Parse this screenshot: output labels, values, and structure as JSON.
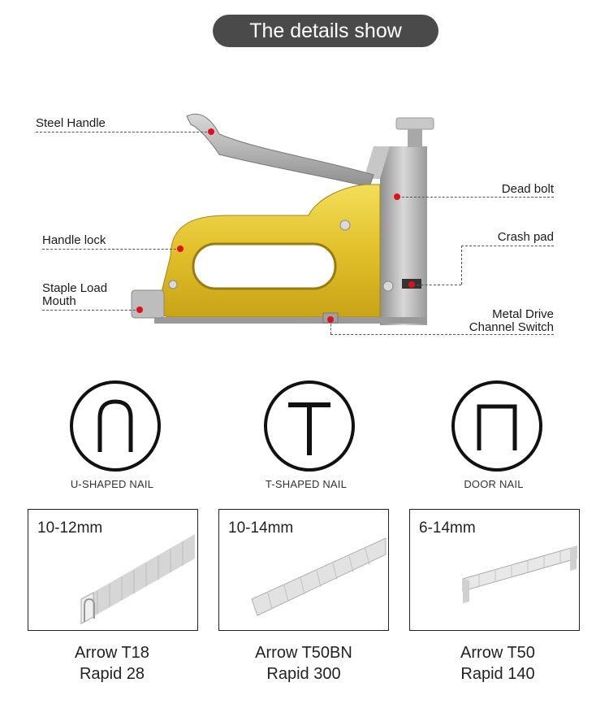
{
  "header": {
    "title": "The details show"
  },
  "callouts": {
    "steel_handle": "Steel Handle",
    "handle_lock": "Handle lock",
    "staple_load_line1": "Staple Load",
    "staple_load_line2": "Mouth",
    "dead_bolt": "Dead bolt",
    "crash_pad": "Crash pad",
    "metal_drive_line1": "Metal Drive",
    "metal_drive_line2": "Channel Switch"
  },
  "nail_types": [
    {
      "label": "U-SHAPED NAIL",
      "icon": "u-shaped-nail-icon"
    },
    {
      "label": "T-SHAPED NAIL",
      "icon": "t-shaped-nail-icon"
    },
    {
      "label": "DOOR NAIL",
      "icon": "door-nail-icon"
    }
  ],
  "staples": [
    {
      "size": "10-12mm",
      "model_line1": "Arrow T18",
      "model_line2": "Rapid 28"
    },
    {
      "size": "10-14mm",
      "model_line1": "Arrow T50BN",
      "model_line2": "Rapid 300"
    },
    {
      "size": "6-14mm",
      "model_line1": "Arrow T50",
      "model_line2": "Rapid 140"
    }
  ],
  "colors": {
    "pill": "#4a4a4a",
    "body_yellow": "#e6c52a",
    "steel": "#b9b9b9",
    "marker": "#e0101a"
  }
}
